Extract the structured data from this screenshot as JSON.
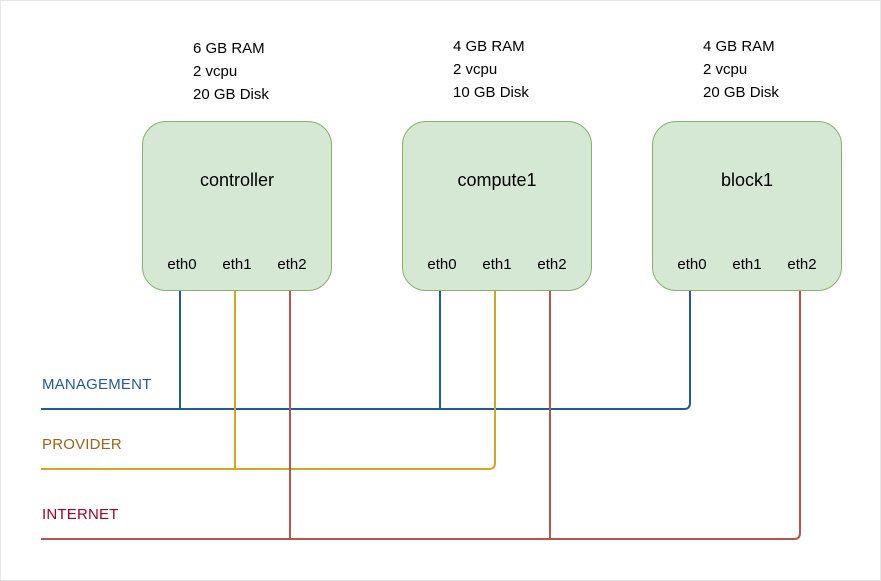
{
  "colors": {
    "management": "#1f5b99",
    "provider": "#d6a520",
    "internet": "#b85450",
    "node_fill": "#d5e8d4",
    "node_border": "#82b366",
    "management_label": "#1f5b99",
    "provider_label": "#9c6418",
    "internet_label": "#a20025"
  },
  "nodes": [
    {
      "name": "controller",
      "specs": [
        "6 GB RAM",
        "2 vcpu",
        "20 GB Disk"
      ],
      "ports": [
        "eth0",
        "eth1",
        "eth2"
      ]
    },
    {
      "name": "compute1",
      "specs": [
        "4 GB RAM",
        "2 vcpu",
        "10 GB Disk"
      ],
      "ports": [
        "eth0",
        "eth1",
        "eth2"
      ]
    },
    {
      "name": "block1",
      "specs": [
        "4 GB RAM",
        "2 vcpu",
        "20 GB Disk"
      ],
      "ports": [
        "eth0",
        "eth1",
        "eth2"
      ]
    }
  ],
  "networks": {
    "management": "MANAGEMENT",
    "provider": "PROVIDER",
    "internet": "INTERNET"
  },
  "connections": {
    "management": [
      "controller.eth0",
      "compute1.eth0",
      "block1.eth0"
    ],
    "provider": [
      "controller.eth1",
      "compute1.eth1"
    ],
    "internet": [
      "controller.eth2",
      "compute1.eth2",
      "block1.eth2"
    ]
  }
}
